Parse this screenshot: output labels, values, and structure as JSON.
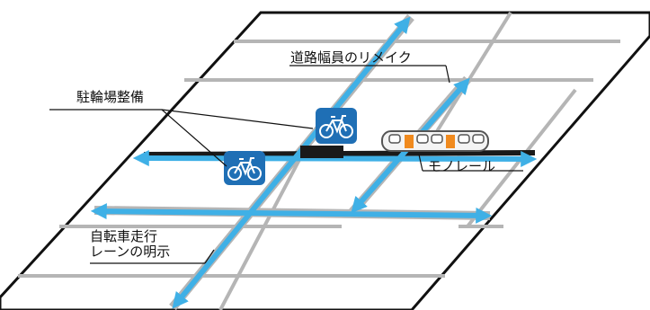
{
  "labels": {
    "road_widening": "道路幅員のリメイク",
    "bicycle_parking": "駐輪場整備",
    "monorail": "モノレール",
    "bike_lane_line1": "自転車走行",
    "bike_lane_line2": "レーンの明示"
  },
  "icons": {
    "bicycle_parking": "bicycle-icon",
    "monorail": "monorail-train-icon"
  },
  "colors": {
    "bike_lane": "#3fb0e6",
    "bike_lane_edge": "#1c82c2",
    "existing_road": "#b5b5b5",
    "monorail_track": "#1a1a1a",
    "bike_icon_bg": "#1f6fb5",
    "train_accent": "#f08a1e"
  }
}
